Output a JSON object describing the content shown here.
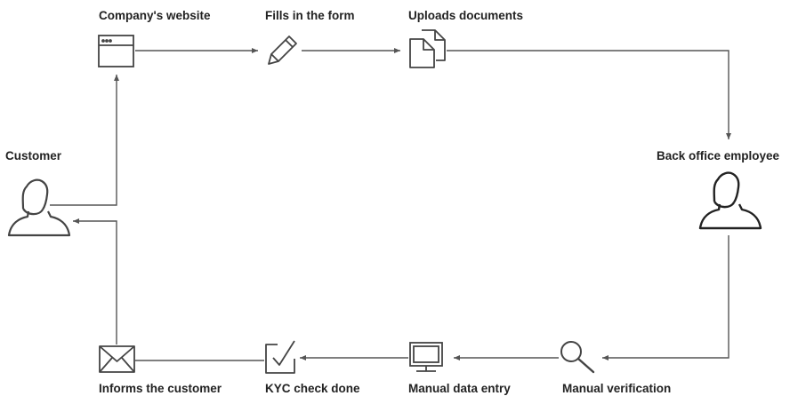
{
  "nodes": {
    "website": {
      "label": "Company's website",
      "icon": "browser-window-icon"
    },
    "form": {
      "label": "Fills in the form",
      "icon": "pencil-icon"
    },
    "documents": {
      "label": "Uploads documents",
      "icon": "documents-icon"
    },
    "back_office": {
      "label": "Back office employee",
      "icon": "person-icon"
    },
    "verification": {
      "label": "Manual verification",
      "icon": "magnifier-icon"
    },
    "data_entry": {
      "label": "Manual data entry",
      "icon": "monitor-icon"
    },
    "kyc": {
      "label": "KYC check done",
      "icon": "checkbox-icon"
    },
    "inform": {
      "label": "Informs the customer",
      "icon": "envelope-icon"
    },
    "customer": {
      "label": "Customer",
      "icon": "person-icon"
    }
  },
  "colors": {
    "line": "#555555",
    "icon": "#444444",
    "text": "#222222"
  }
}
